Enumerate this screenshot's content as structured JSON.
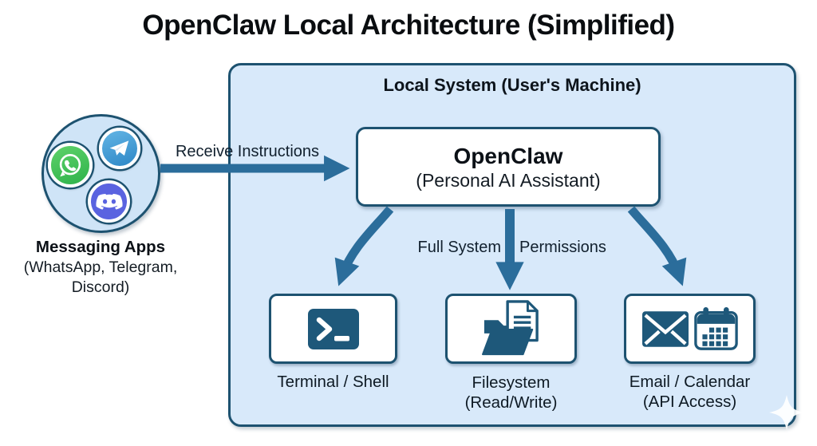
{
  "title": "OpenClaw Local Architecture (Simplified)",
  "local_system": {
    "header": "Local System (User's Machine)"
  },
  "openclaw": {
    "title": "OpenClaw",
    "subtitle": "(Personal AI Assistant)"
  },
  "messaging": {
    "title": "Messaging Apps",
    "subtitle_line1": "(WhatsApp, Telegram,",
    "subtitle_line2": "Discord)",
    "icons": [
      "whatsapp-icon",
      "telegram-icon",
      "discord-icon"
    ]
  },
  "edges": {
    "receive_instructions": "Receive Instructions",
    "full_system": "Full System",
    "permissions": "Permissions"
  },
  "targets": [
    {
      "id": "terminal",
      "icon": "terminal-icon",
      "line1": "Terminal / Shell",
      "line2": ""
    },
    {
      "id": "filesystem",
      "icon": "filesystem-icon",
      "line1": "Filesystem",
      "line2": "(Read/Write)"
    },
    {
      "id": "email-calendar",
      "icon": "email-calendar-icon",
      "line1": "Email / Calendar",
      "line2": "(API Access)"
    }
  ],
  "decorations": {
    "watermark": "sparkle-icon"
  },
  "colors": {
    "panel_bg": "#d8e9fa",
    "node_border": "#1d5270",
    "arrow": "#2b6d9b",
    "icon_dark": "#1e587a",
    "whatsapp_green": "#3fc257",
    "telegram_blue": "#3d9bd9",
    "discord_indigo": "#5a63e0",
    "text": "#0d1822"
  }
}
